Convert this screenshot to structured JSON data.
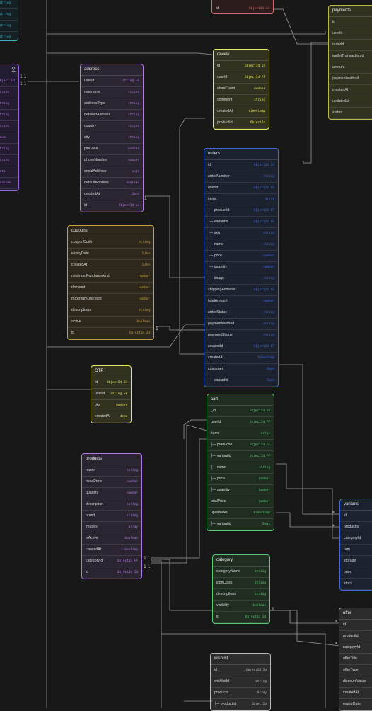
{
  "colors": {
    "background": "#181818",
    "wire": "#9a9a9a",
    "pink": "#d46a6a",
    "yellow": "#e6e65a",
    "blue": "#3f6ad8",
    "purple": "#b07ae0",
    "gold": "#c8a040",
    "green": "#5ac870",
    "gray": "#b8b8b8",
    "cyan": "#3fb0c8"
  },
  "icons": [
    "star-icon",
    "bank-icon",
    "person-icon"
  ],
  "partial_left_top": {
    "rows": [
      "string",
      "string",
      "string",
      "string"
    ]
  },
  "partial_user_types": [
    "Object Id",
    "string",
    "string",
    "string",
    "string",
    "enum",
    "string",
    "string",
    "Date",
    "boolean",
    "boolean"
  ],
  "partial_pink": {
    "field": "id",
    "type": "ObjectId  Id"
  },
  "payments": {
    "title": "payments",
    "rows": [
      {
        "f": "id"
      },
      {
        "f": "userId"
      },
      {
        "f": "orderId"
      },
      {
        "f": "walletTransactionId"
      },
      {
        "f": "amount"
      },
      {
        "f": "paymentMethod"
      },
      {
        "f": "createdAt"
      },
      {
        "f": "updatedAt"
      },
      {
        "f": "status"
      }
    ]
  },
  "review": {
    "title": "review",
    "rows": [
      {
        "f": "id",
        "t": "ObjectId  Id"
      },
      {
        "f": "userId",
        "t": "ObjectId  FF"
      },
      {
        "f": "starsCount",
        "t": "number"
      },
      {
        "f": "comment",
        "t": "string"
      },
      {
        "f": "createdAt",
        "t": "timestamp"
      },
      {
        "f": "productId",
        "t": "ObjectId"
      }
    ]
  },
  "address": {
    "title": "address",
    "rows": [
      {
        "f": "userId",
        "t": "string  FF"
      },
      {
        "f": "username",
        "t": "string"
      },
      {
        "f": "addressType",
        "t": "string"
      },
      {
        "f": "detailedAddress",
        "t": "string"
      },
      {
        "f": "country",
        "t": "string"
      },
      {
        "f": "city",
        "t": "string"
      },
      {
        "f": "pinCode",
        "t": "number"
      },
      {
        "f": "phoneNumber",
        "t": "number"
      },
      {
        "f": "emialAddress",
        "t": "uuid"
      },
      {
        "f": "defaultAddress",
        "t": "boolean"
      },
      {
        "f": "createdAt",
        "t": "Date"
      },
      {
        "f": "id",
        "t": "ObjectId  ue"
      }
    ]
  },
  "orders": {
    "title": "orders",
    "rows": [
      {
        "f": "id",
        "t": "ObjectId  Id"
      },
      {
        "f": "orderNumber",
        "t": "string"
      },
      {
        "f": "userId",
        "t": "ObjectId  FF"
      },
      {
        "f": "items",
        "t": "array"
      },
      {
        "f": "├─ productId",
        "t": "ObjectId  FF"
      },
      {
        "f": "├─ variantId",
        "t": "ObjectId  FF"
      },
      {
        "f": "├─ sku",
        "t": "string"
      },
      {
        "f": "├─ name",
        "t": "string"
      },
      {
        "f": "├─ price",
        "t": "number"
      },
      {
        "f": "├─ quantity",
        "t": "number"
      },
      {
        "f": "├─ image",
        "t": "string"
      },
      {
        "f": "shippingAddress",
        "t": "ObjectId  FF"
      },
      {
        "f": "totalAmount",
        "t": "number"
      },
      {
        "f": "orderStatus",
        "t": "string"
      },
      {
        "f": "paymentMethod",
        "t": "string"
      },
      {
        "f": "paymentStatus",
        "t": "string"
      },
      {
        "f": "couponId",
        "t": "ObjectId  FF"
      },
      {
        "f": "createdAt",
        "t": "timestamp"
      },
      {
        "f": "customer",
        "t": "Emax"
      },
      {
        "f": "├─ variantId",
        "t": "Emax"
      }
    ]
  },
  "coupons": {
    "title": "coupons",
    "rows": [
      {
        "f": "couponCode",
        "t": "string"
      },
      {
        "f": "expiryDate",
        "t": "Date"
      },
      {
        "f": "createdAt",
        "t": "Date"
      },
      {
        "f": "minimumPurchaseAmd",
        "t": "number"
      },
      {
        "f": "discount",
        "t": "number"
      },
      {
        "f": "maximumDiscount",
        "t": "number"
      },
      {
        "f": "descriptions",
        "t": "string"
      },
      {
        "f": "active",
        "t": "boolean"
      },
      {
        "f": "id",
        "t": "ObjectId  Id"
      }
    ]
  },
  "otp": {
    "title": "OTP",
    "rows": [
      {
        "f": "id",
        "t": "ObjectId  Id"
      },
      {
        "f": "userId",
        "t": "string  FF"
      },
      {
        "f": "otp",
        "t": "number"
      },
      {
        "f": "createdAt",
        "t": "date"
      }
    ]
  },
  "cart": {
    "title": "cart",
    "rows": [
      {
        "f": "_id",
        "t": "ObjectId  Id"
      },
      {
        "f": "userId",
        "t": "ObjectId  FF"
      },
      {
        "f": "items",
        "t": "array"
      },
      {
        "f": "├─ productId",
        "t": "ObjectId  FF"
      },
      {
        "f": "├─ variantId",
        "t": "ObjectId  FF"
      },
      {
        "f": "├─ name",
        "t": "string"
      },
      {
        "f": "├─ price",
        "t": "number"
      },
      {
        "f": "├─ quantity",
        "t": "number"
      },
      {
        "f": "totalPrice",
        "t": "number"
      },
      {
        "f": "updatedAt",
        "t": "timestamp"
      },
      {
        "f": "├─ variantId",
        "t": "Emax"
      }
    ]
  },
  "products": {
    "title": "products",
    "rows": [
      {
        "f": "name",
        "t": "string"
      },
      {
        "f": "basePrice",
        "t": "number"
      },
      {
        "f": "quantity",
        "t": "number"
      },
      {
        "f": "description",
        "t": "string"
      },
      {
        "f": "brand",
        "t": "string"
      },
      {
        "f": "images",
        "t": "array"
      },
      {
        "f": "isActive",
        "t": "boolean"
      },
      {
        "f": "createdAt",
        "t": "timestamp"
      },
      {
        "f": "categoryId",
        "t": "ObjectId  FF"
      },
      {
        "f": "id",
        "t": "ObjectId  Id"
      }
    ]
  },
  "variants": {
    "title": "variants",
    "rows": [
      {
        "f": "id"
      },
      {
        "f": "productId"
      },
      {
        "f": "categoryId"
      },
      {
        "f": "ram"
      },
      {
        "f": "storage"
      },
      {
        "f": "price"
      },
      {
        "f": "stock"
      }
    ]
  },
  "category": {
    "title": "category",
    "rows": [
      {
        "f": "categoryName",
        "t": "string"
      },
      {
        "f": "iconClass",
        "t": "string"
      },
      {
        "f": "descriptions",
        "t": "string"
      },
      {
        "f": "visibility",
        "t": "boolean"
      },
      {
        "f": "id",
        "t": "ObjectId  Id"
      }
    ]
  },
  "offer": {
    "title": "offer",
    "rows": [
      {
        "f": "id"
      },
      {
        "f": "productId"
      },
      {
        "f": "categoryId"
      },
      {
        "f": "offerTitle"
      },
      {
        "f": "offerType"
      },
      {
        "f": "discountValue"
      },
      {
        "f": "createdAt"
      },
      {
        "f": "expiryDate"
      }
    ]
  },
  "wishlist": {
    "title": "wishlist",
    "rows": [
      {
        "f": "id",
        "t": "ObjectId  Id"
      },
      {
        "f": "wishlistId",
        "t": "string"
      },
      {
        "f": "products",
        "t": "Array"
      },
      {
        "f": "├─ productId",
        "t": "ObjectId"
      }
    ]
  },
  "markers": {
    "one_one": "1 1",
    "one": "1",
    "many": "*"
  }
}
